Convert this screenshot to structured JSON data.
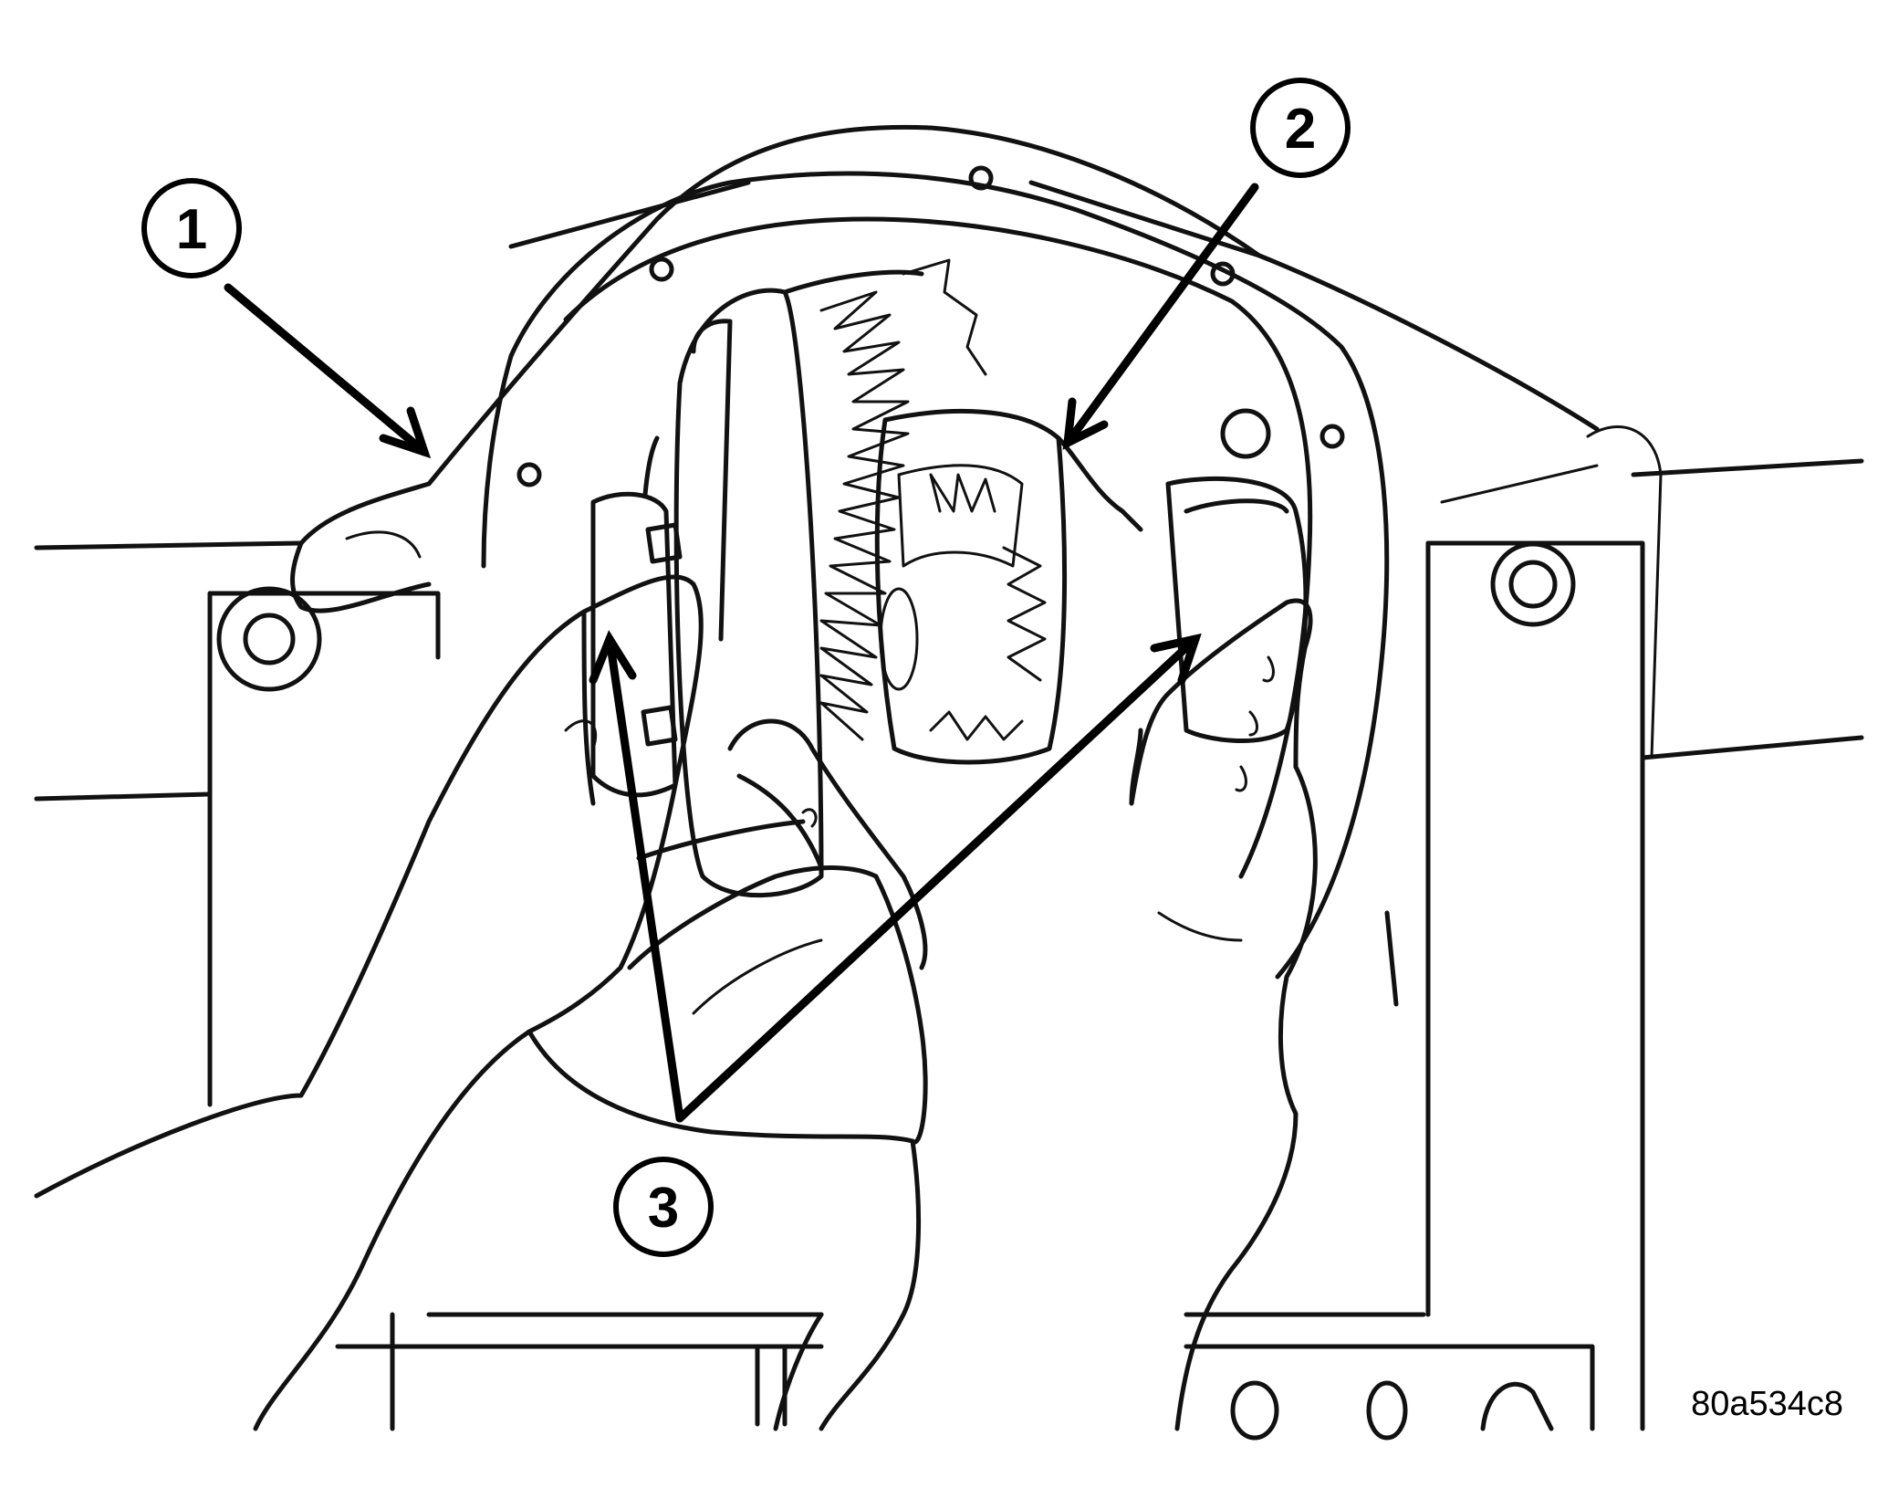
{
  "diagram": {
    "figure_id": "80a534c8",
    "callouts": [
      {
        "number": "1"
      },
      {
        "number": "2"
      },
      {
        "number": "3"
      }
    ]
  }
}
